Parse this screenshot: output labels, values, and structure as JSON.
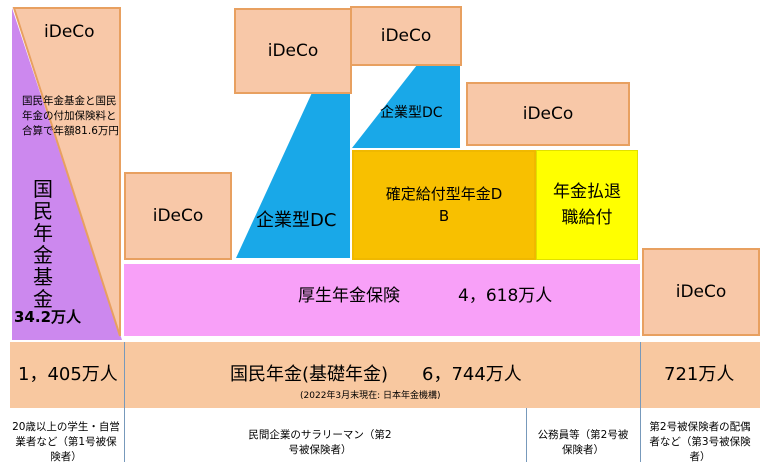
{
  "colors": {
    "pension_fund": "#cc88ee",
    "ideco_fill": "#f8c8a8",
    "ideco_border": "#e8a060",
    "corporate_dc": "#19a8e8",
    "db": "#f8c000",
    "retirement": "#ffff00",
    "employee_pension": "#f8a0f8",
    "basic_pension": "#f8c8a0"
  },
  "ideco_label": "iDeCo",
  "tier3": {
    "pension_fund_note": "国民年金基金と国民年金の付加保険料と合算で年額81.6万円",
    "pension_fund_label": "国民年金基金",
    "pension_fund_count": "34.2万人",
    "corporate_dc_label": "企業型DC",
    "db_label": "確定給付型年金DB",
    "retirement_label": "年金払退職給付"
  },
  "tier2": {
    "employee_pension_label": "厚生年金保険",
    "employee_pension_count": "4，618万人"
  },
  "tier1": {
    "first_count": "1，405万人",
    "basic_pension_label": "国民年金(基礎年金)",
    "basic_pension_count": "6，744万人",
    "source_note": "(2022年3月末現在: 日本年金機構)",
    "third_count": "721万人"
  },
  "categories": {
    "first": "20歳以上の学生・自営業者など（第1号被保険者）",
    "private": "民間企業のサラリーマン（第2号被保険者）",
    "public": "公務員等（第2号被保険者）",
    "third": "第2号被保険者の配偶者など（第3号被保険者）"
  }
}
